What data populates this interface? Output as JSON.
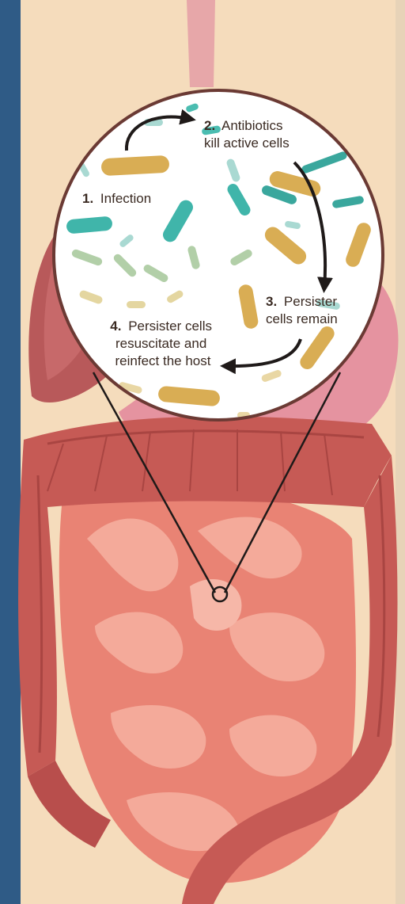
{
  "steps": [
    {
      "number": "1.",
      "lines": [
        "Infection"
      ]
    },
    {
      "number": "2.",
      "lines": [
        "Antibiotics",
        "kill active cells"
      ]
    },
    {
      "number": "3.",
      "lines": [
        "Persister",
        "cells remain"
      ]
    },
    {
      "number": "4.",
      "lines": [
        "Persister cells",
        "resuscitate and",
        "reinfect the host"
      ]
    }
  ],
  "colors": {
    "panel_background": "#f6ddbd",
    "gut": "#e8806f",
    "colon": "#c95a56",
    "stomach": "#e79aa2",
    "bacteria_gold": "#d8ad52",
    "bacteria_teal": "#3fb3a8",
    "bacteria_faded_green": "#a8c9a0",
    "outline": "#2b2220"
  },
  "icons": [
    "cycle-arrow-icon"
  ]
}
